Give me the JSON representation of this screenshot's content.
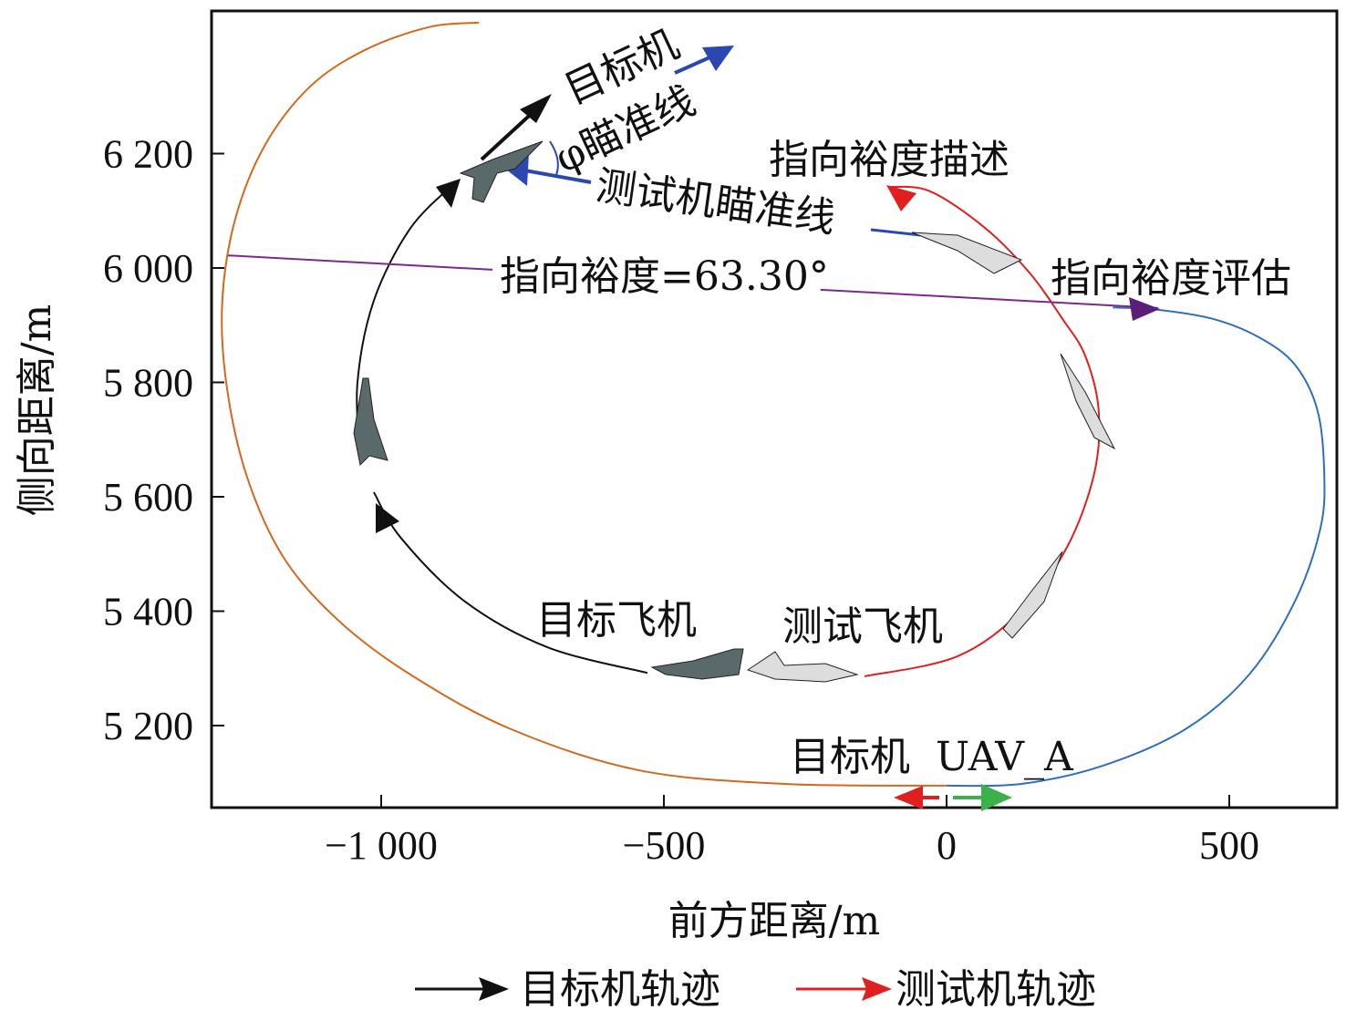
{
  "chart_data": {
    "type": "line",
    "xlabel": "前方距离/m",
    "ylabel": "侧向距离/m",
    "xlim": [
      -1300,
      690
    ],
    "ylim": [
      5057,
      6450
    ],
    "xticks": [
      -1000,
      -500,
      0,
      500
    ],
    "xtick_labels": [
      "−1 000",
      "−500",
      "0",
      "500"
    ],
    "yticks": [
      5200,
      5400,
      5600,
      5800,
      6000,
      6200
    ],
    "ytick_labels": [
      "5 200",
      "5 400",
      "5 600",
      "5 800",
      "6 000",
      "6 200"
    ],
    "grid": false,
    "series": [
      {
        "name": "UAV_A-left",
        "color": "#d2691e",
        "points": [
          [
            -827,
            6429
          ],
          [
            -916,
            6421
          ],
          [
            -1029,
            6381
          ],
          [
            -1126,
            6317
          ],
          [
            -1206,
            6214
          ],
          [
            -1258,
            6086
          ],
          [
            -1281,
            5943
          ],
          [
            -1274,
            5799
          ],
          [
            -1239,
            5640
          ],
          [
            -1174,
            5496
          ],
          [
            -1077,
            5385
          ],
          [
            -948,
            5289
          ],
          [
            -771,
            5194
          ],
          [
            -545,
            5122
          ],
          [
            -287,
            5098
          ],
          [
            0,
            5095
          ]
        ]
      },
      {
        "name": "UAV_A-right",
        "color": "#2f6fbf",
        "points": [
          [
            0,
            5095
          ],
          [
            132,
            5098
          ],
          [
            277,
            5130
          ],
          [
            423,
            5194
          ],
          [
            535,
            5289
          ],
          [
            616,
            5417
          ],
          [
            661,
            5544
          ],
          [
            668,
            5640
          ],
          [
            656,
            5751
          ],
          [
            616,
            5831
          ],
          [
            552,
            5879
          ],
          [
            471,
            5911
          ],
          [
            374,
            5927
          ],
          [
            294,
            5931
          ]
        ]
      },
      {
        "name": "测试机轨迹",
        "color": "#e02020",
        "points": [
          [
            -145,
            5286
          ],
          [
            19,
            5321
          ],
          [
            132,
            5401
          ],
          [
            213,
            5512
          ],
          [
            261,
            5640
          ],
          [
            269,
            5751
          ],
          [
            245,
            5847
          ],
          [
            205,
            5911
          ],
          [
            148,
            5990
          ],
          [
            68,
            6070
          ],
          [
            -29,
            6134
          ],
          [
            -102,
            6142
          ]
        ]
      },
      {
        "name": "目标机轨迹",
        "color": "#111111",
        "points": [
          [
            -529,
            5292
          ],
          [
            -706,
            5337
          ],
          [
            -852,
            5417
          ],
          [
            -965,
            5528
          ],
          [
            -1013,
            5608
          ]
        ]
      },
      {
        "name": "目标机轨迹-2",
        "color": "#111111",
        "points": [
          [
            -1037,
            5672
          ],
          [
            -1042,
            5799
          ],
          [
            -1013,
            5943
          ],
          [
            -948,
            6070
          ],
          [
            -868,
            6150
          ]
        ]
      },
      {
        "name": "pointing-margin-line",
        "color": "#7b2a8c",
        "points": [
          [
            -1271,
            6022
          ],
          [
            -803,
            5997
          ]
        ]
      },
      {
        "name": "pointing-margin-line-2",
        "color": "#7b2a8c",
        "points": [
          [
            -223,
            5962
          ],
          [
            374,
            5930
          ]
        ]
      }
    ],
    "annotations": {
      "target_aim": "目标机",
      "phi_aim": "φ瞄准线",
      "test_aim": "测试机瞄准线",
      "pointing_desc": "指向裕度描述",
      "pointing_value": "指向裕度=63.30°",
      "pointing_eval": "指向裕度评估",
      "target_plane": "目标飞机",
      "test_plane": "测试飞机",
      "uav": "目标机  UAV_A"
    },
    "legend": {
      "placement": "bottom",
      "items": [
        {
          "label": "目标机轨迹",
          "color": "#111111"
        },
        {
          "label": "测试机轨迹",
          "color": "#e02020"
        }
      ]
    }
  }
}
